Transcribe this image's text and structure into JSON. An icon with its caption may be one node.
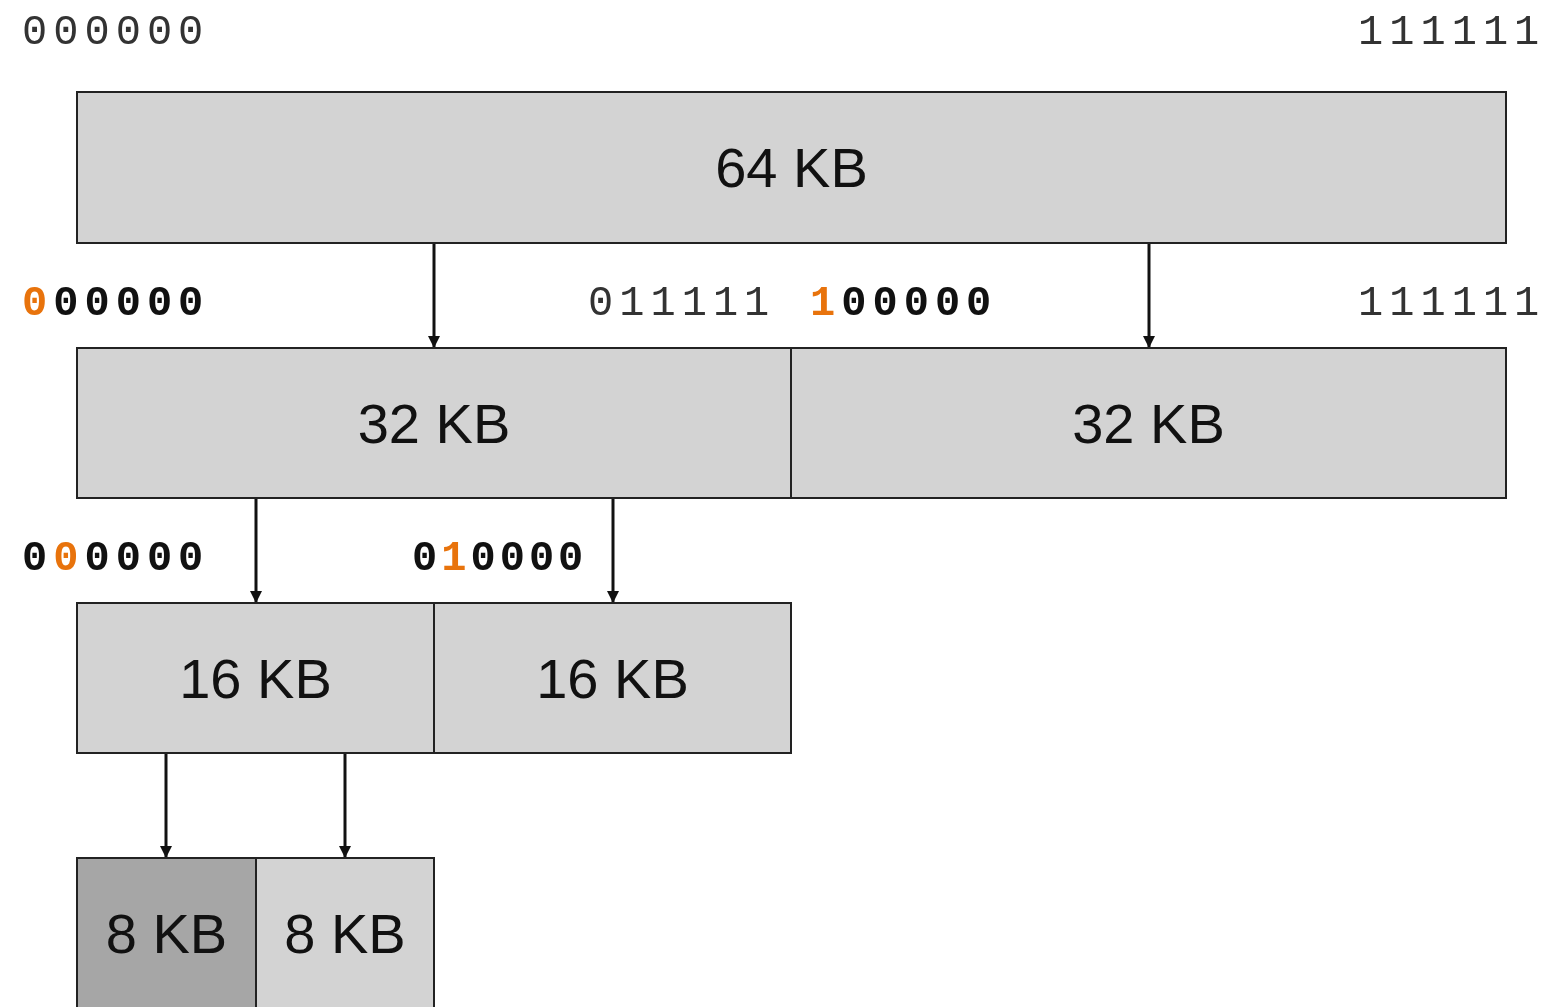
{
  "diagram": {
    "nodes": [
      {
        "text": [
          "64 KB"
        ]
      },
      {
        "text": [
          "32 KB"
        ]
      },
      {
        "text": [
          "32 KB"
        ]
      },
      {
        "text": [
          "16 KB"
        ]
      },
      {
        "text": [
          "16 KB"
        ]
      },
      {
        "text": [
          "8 KB"
        ]
      },
      {
        "text": [
          "8 KB"
        ]
      }
    ],
    "edges": [
      {
        "from": 0,
        "to": 1,
        "arrow": "to"
      },
      {
        "from": 0,
        "to": 2,
        "arrow": "to"
      },
      {
        "from": 1,
        "to": 3,
        "arrow": "to"
      },
      {
        "from": 1,
        "to": 4,
        "arrow": "to"
      },
      {
        "from": 3,
        "to": 5,
        "arrow": "to"
      },
      {
        "from": 3,
        "to": 6,
        "arrow": "to"
      }
    ],
    "labels": [
      "000000",
      "111111",
      "000000",
      "011111",
      "100000",
      "111111",
      "000000",
      "010000"
    ]
  }
}
